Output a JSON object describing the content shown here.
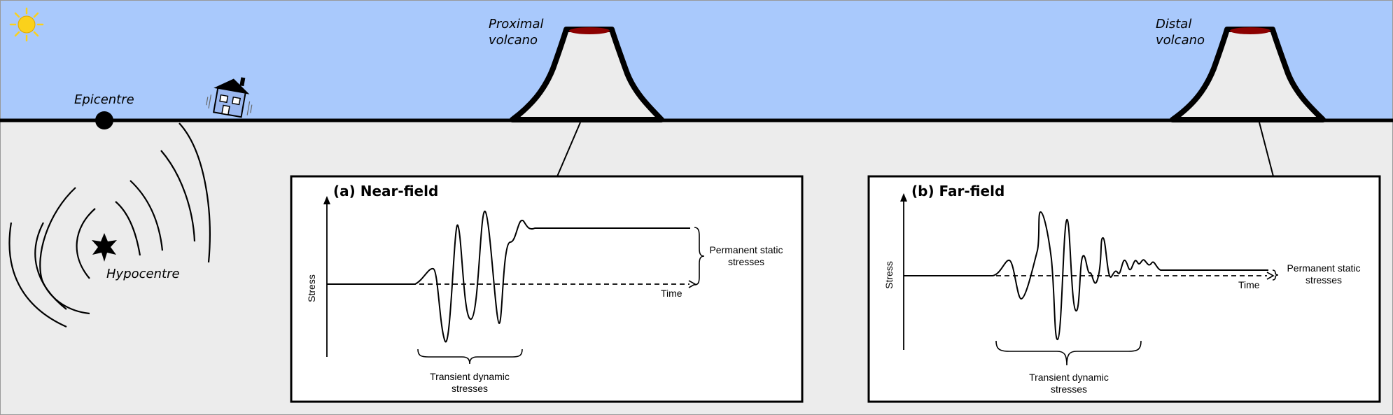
{
  "colors": {
    "sky": "#a9c9fc",
    "ground": "#ececec",
    "lava": "#8b0000",
    "sun": "#fbd11b",
    "house": "#9bb8f0"
  },
  "icons": [
    "sun-icon",
    "house-icon",
    "hypocentre-star-icon"
  ],
  "labels": {
    "epicentre": "Epicentre",
    "hypocentre": "Hypocentre",
    "proximal_line1": "Proximal",
    "proximal_line2": "volcano",
    "distal_line1": "Distal",
    "distal_line2": "volcano"
  },
  "panels": {
    "near": {
      "title": "(a) Near-field",
      "y_label": "Stress",
      "x_label": "Time",
      "static_line1": "Permanent static",
      "static_line2": "stresses",
      "dynamic_line1": "Transient dynamic",
      "dynamic_line2": "stresses"
    },
    "far": {
      "title": "(b) Far-field",
      "y_label": "Stress",
      "x_label": "Time",
      "static_line1": "Permanent static",
      "static_line2": "stresses",
      "dynamic_line1": "Transient dynamic",
      "dynamic_line2": "stresses"
    }
  }
}
